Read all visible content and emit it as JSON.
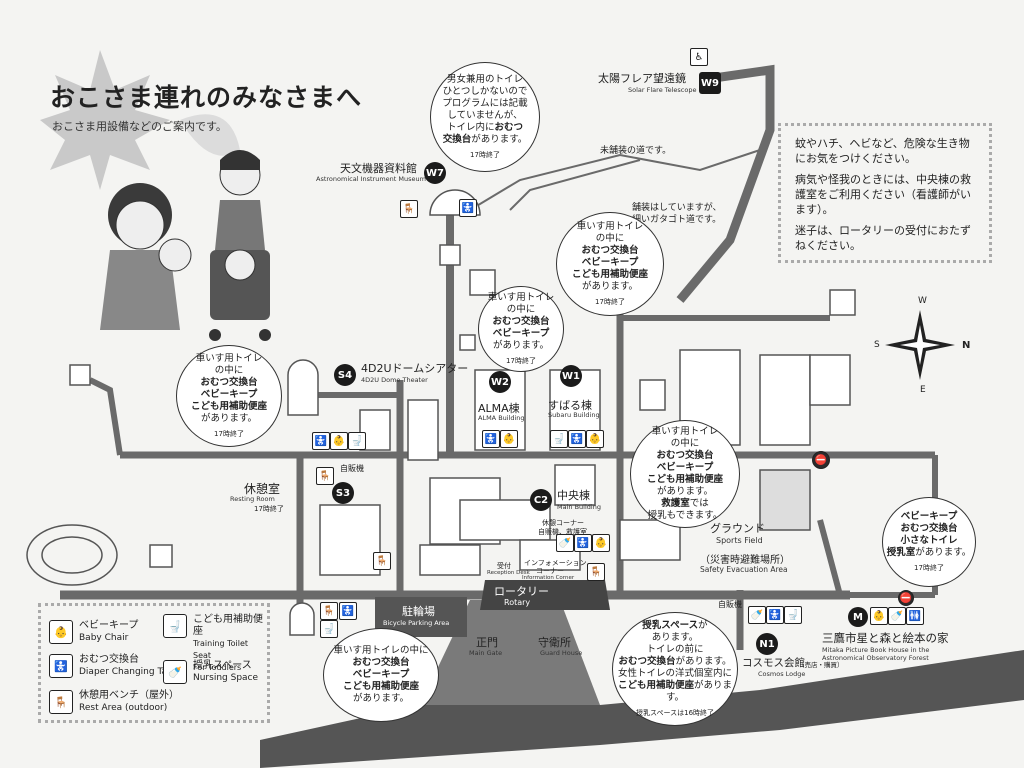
{
  "header": {
    "title": "おこさま連れのみなさまへ",
    "subtitle": "おこさま用設備などのご案内です。"
  },
  "notice": {
    "lines": [
      "蚊やハチ、ヘビなど、危険な生き物にお気をつけください。",
      "病気や怪我のときには、中央棟の救護室をご利用ください（看護師がいます）。",
      "迷子は、ロータリーの受付におたずねください。"
    ]
  },
  "compass": {
    "n": "N",
    "s": "S",
    "e": "E",
    "w": "W"
  },
  "road_notes": {
    "unpaved": "未舗装の道です。",
    "gravel_1": "舗装はしていますが、",
    "gravel_2": "細いガタゴト道です。"
  },
  "buildings": {
    "w9": {
      "badge": "W9",
      "name": "太陽フレア望遠鏡",
      "en": "Solar Flare Telescope"
    },
    "w7": {
      "badge": "W7",
      "name": "天文機器資料館",
      "en": "Astronomical Instrument Museum"
    },
    "s4": {
      "badge": "S4",
      "name": "4D2Uドームシアター",
      "en": "4D2U Dome Theater"
    },
    "w2": {
      "badge": "W2",
      "name": "ALMA棟",
      "en": "ALMA Building"
    },
    "w1": {
      "badge": "W1",
      "name": "すばる棟",
      "en": "Subaru Building"
    },
    "s3": {
      "badge": "S3",
      "name": "休憩室",
      "en": "Resting Room",
      "note": "17時終了"
    },
    "c2": {
      "badge": "C2",
      "name": "中央棟",
      "en": "Main Building",
      "corner_1": "休憩コーナー",
      "corner_2": "自販機、救護室"
    },
    "n1": {
      "badge": "N1",
      "name": "コスモス会館",
      "sub": "（売店・購買）",
      "en": "Cosmos Lodge"
    },
    "m": {
      "badge": "M",
      "name": "三鷹市星と森と絵本の家",
      "en_1": "Mitaka Picture Book House in the",
      "en_2": "Astronomical Observatory Forest"
    }
  },
  "places": {
    "ground": "グラウンド",
    "ground_en": "Sports Field",
    "evac": "（災害時避難場所）",
    "evac_en": "Safety Evacuation Area",
    "rotary": "ロータリー",
    "rotary_en": "Rotary",
    "reception": "受付",
    "reception_en": "Reception Desk",
    "info": "インフォメーション",
    "info_2": "コーナー",
    "info_en": "Information Corner",
    "bike": "駐輪場",
    "bike_en": "Bicycle Parking Area",
    "gate": "正門",
    "gate_en": "Main Gate",
    "guard": "守衛所",
    "guard_en": "Guard House",
    "vending_1": "自販機",
    "vending_2": "自販機"
  },
  "bubbles": {
    "w7": {
      "lines": [
        "男女兼用のトイレ",
        "ひとつしかないので",
        "プログラムには記載",
        "していませんが、"
      ],
      "mix_pre": "トイレ内に",
      "mix_bold": "おむつ",
      "bold_2": "交換台",
      "tail": "があります。",
      "time": "17時終了"
    },
    "w1": {
      "l1": "車いす用トイレ",
      "l2": "の中に",
      "b1": "おむつ交換台",
      "b2": "ベビーキープ",
      "b3": "こども用補助便座",
      "tail": "があります。",
      "time": "17時終了"
    },
    "w2": {
      "l1": "車いす用トイレ",
      "l2": "の中に",
      "b1": "おむつ交換台",
      "b2": "ベビーキープ",
      "tail": "があります。",
      "time": "17時終了"
    },
    "s4": {
      "l1": "車いす用トイレ",
      "l2": "の中に",
      "b1": "おむつ交換台",
      "b2": "ベビーキープ",
      "b3": "こども用補助便座",
      "tail": "があります。",
      "time": "17時終了"
    },
    "c2": {
      "l1": "車いす用トイレ",
      "l2": "の中に",
      "b1": "おむつ交換台",
      "b2": "ベビーキープ",
      "b3": "こども用補助便座",
      "tail": "があります。",
      "b4": "救護室",
      "tail2": "では",
      "tail3": "授乳もできます。"
    },
    "m": {
      "b1": "ベビーキープ",
      "b2": "おむつ交換台",
      "b3": "小さなトイレ",
      "b4": "授乳室",
      "tail": "があります。",
      "time": "17時終了"
    },
    "gate": {
      "l1": "車いす用トイレの中に",
      "b1": "おむつ交換台",
      "b2": "ベビーキープ",
      "b3": "こども用補助便座",
      "tail": "があります。"
    },
    "n1": {
      "b1": "授乳スペース",
      "l1": "が",
      "l2": "あります。",
      "l3": "トイレの前に",
      "b2": "おむつ交換台",
      "l4": "があります。",
      "l5": "女性トイレの洋式個室内に",
      "b3": "こども用補助便座",
      "l6": "があります。",
      "time": "授乳スペースは16時終了"
    }
  },
  "legend": {
    "items": [
      {
        "ja": "ベビーキープ",
        "en": "Baby Chair"
      },
      {
        "ja": "おむつ交換台",
        "en": "Diaper Changing Table"
      },
      {
        "ja": "休憩用ベンチ（屋外）",
        "en": "Rest Area (outdoor)"
      },
      {
        "ja": "こども用補助便座",
        "en": "Training Toilet Seat",
        "en2": "For Toddlers"
      },
      {
        "ja": "授乳スペース",
        "en": "Nursing Space"
      }
    ]
  },
  "icons": {
    "baby": "👶",
    "diaper": "🚼",
    "bench": "🪑",
    "toilet": "🚽",
    "nursing": "🍼",
    "accessible": "♿",
    "toilet_sign": "🚻",
    "traffic": "⛔"
  }
}
